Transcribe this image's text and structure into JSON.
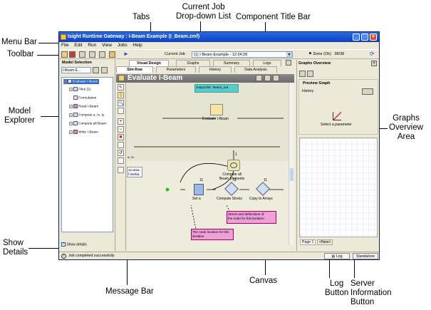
{
  "annotations": {
    "tabs": "Tabs",
    "current_job": "Current Job\nDrop-down List",
    "component_title_bar": "Component Title Bar",
    "menu_bar": "Menu Bar",
    "toolbar": "Toolbar",
    "model_explorer": "Model\nExplorer",
    "graphs_overview": "Graphs\nOverview\nArea",
    "show_details": "Show\nDetails",
    "message_bar": "Message Bar",
    "canvas": "Canvas",
    "log_button": "Log\nButton",
    "server_info_button": "Server\nInformation\nButton"
  },
  "window": {
    "title": "Isight Runtime Gateway : I-Beam Example (I_Beam.zmf)"
  },
  "menu": [
    "File",
    "Edit",
    "Run",
    "View",
    "Jobs",
    "Help"
  ],
  "toolbar": {
    "current_job_label": "Current Job",
    "current_job_value": "(1) I-Beam Example - 12:34:28",
    "status": "Done (Ok)",
    "count": "38/38"
  },
  "left": {
    "header": "Model Selection",
    "model_value": "I-Beam E...",
    "tree": [
      "Evaluate I-Beam",
      "Files (2)",
      "Formulation",
      "Read I-Beam",
      "Compute a, Ix, Iy",
      "Compute all Beam",
      "Write I-Beam"
    ],
    "show_details": "Show details"
  },
  "center": {
    "tabs_row1": [
      "Visual Design",
      "Graphs",
      "Summary",
      "Logs"
    ],
    "tabs_row2": [
      "Sim-flow",
      "Parameters",
      "History",
      "Data Analysis"
    ],
    "component_title": "Evaluate I-Beam",
    "canvas": {
      "output_file": "Output file: Ibeam_out",
      "node_evaluate": "Evaluate I-Beam",
      "node_compute_all": "Compute all\nBeam Elements",
      "node_seta": "Set a",
      "node_compute_stress": "Compute Stress",
      "node_copy_arrays": "Copy to Arrays",
      "note_left": "a, Ix.",
      "note_left2": "on area.\nf inertia.",
      "note_stress": "Stress and deflections of\nthe node for this iteration.",
      "note_node": "The node location for this\niteration",
      "badge_1": "1",
      "badge_11": "11"
    }
  },
  "right": {
    "header": "Graphs Overview",
    "preview_graph": "Preview Graph",
    "history": "History",
    "select_param": "Select a parameter",
    "page_tab": "Page 1",
    "new_tab": "<New>"
  },
  "message_bar": {
    "text": "Job completed successfully",
    "log_button": "Log",
    "server_button": "Standalone"
  },
  "colors": {
    "titlebar": "#0b3fbf",
    "output_box": "#5ec8d0",
    "note_pink": "#f0a0d8"
  }
}
